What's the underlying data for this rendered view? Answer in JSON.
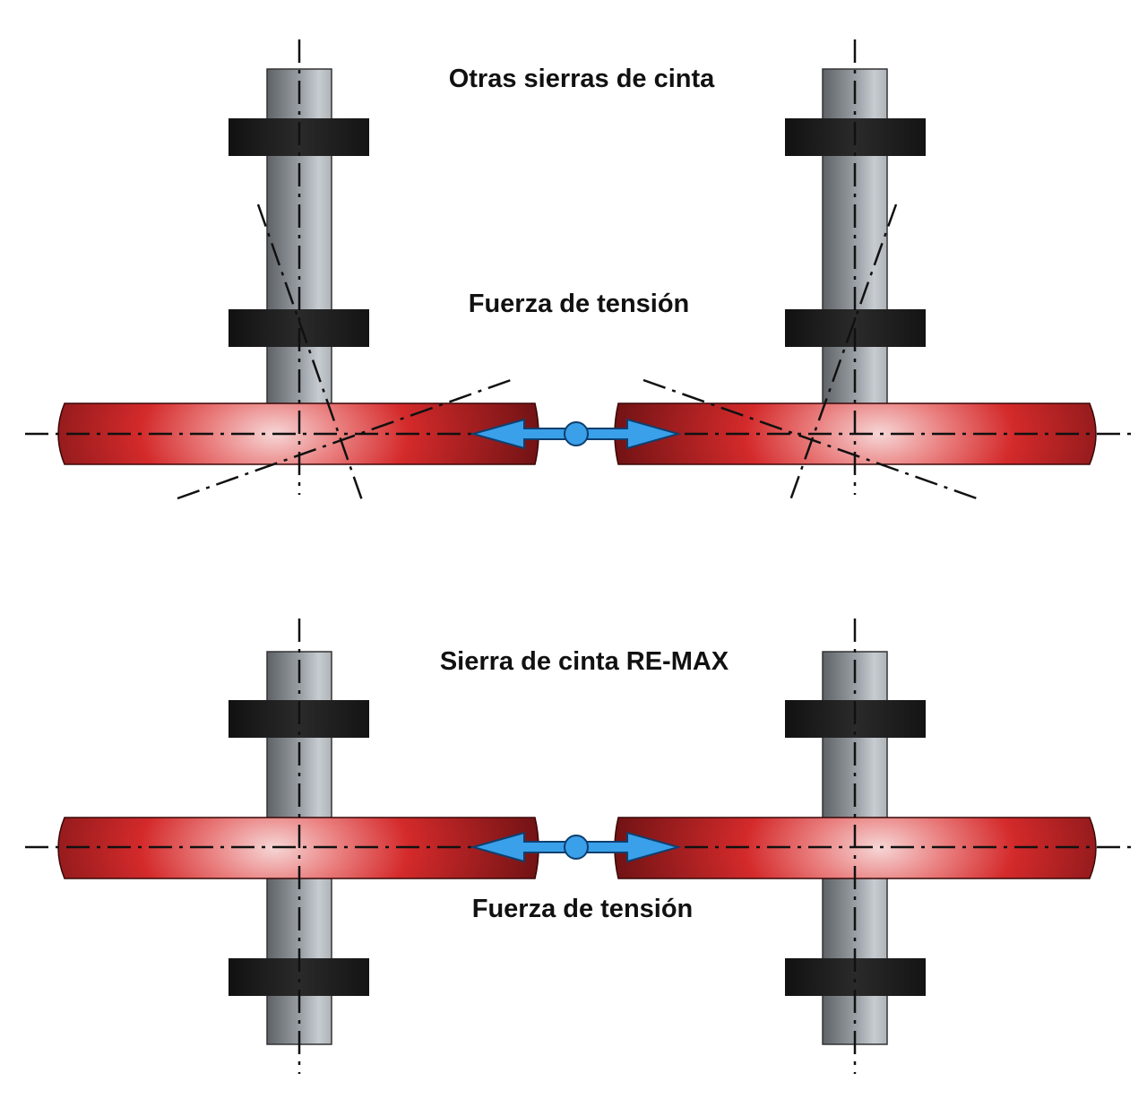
{
  "top_panel": {
    "title": "Otras sierras de cinta",
    "force_label": "Fuerza de tensión"
  },
  "bottom_panel": {
    "title": "Sierra de cinta RE-MAX",
    "force_label": "Fuerza de tensión"
  },
  "colors": {
    "wheel_dark": "#5a0d0f",
    "wheel_red": "#d42a2b",
    "wheel_highlight": "#f6d6d6",
    "shaft_dark": "#5e6266",
    "shaft_light": "#c7ccd1",
    "bearing": "#1c1c1c",
    "arrow": "#3aa0ea",
    "arrow_outline": "#0f3f6e",
    "centerline": "#111111"
  }
}
